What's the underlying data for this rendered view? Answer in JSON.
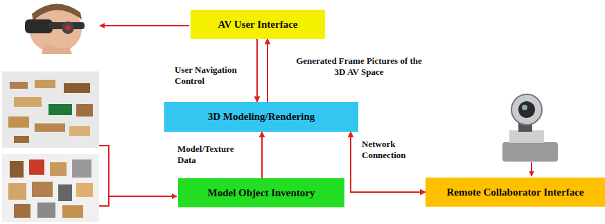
{
  "diagram": {
    "nodes": [
      {
        "text": [
          "AV User Interface"
        ]
      },
      {
        "text": [
          "3D Modeling/Rendering"
        ]
      },
      {
        "text": [
          "Model Object Inventory"
        ]
      },
      {
        "text": [
          "Remote Collaborator Interface"
        ]
      }
    ],
    "edges": [
      {
        "from": 0,
        "to": 1,
        "label": "User Navigation Control",
        "arrow": "to"
      },
      {
        "from": 1,
        "to": 0,
        "label": "Generated Frame Pictures of the 3D AV Space",
        "arrow": "to"
      },
      {
        "from": 2,
        "to": 1,
        "label": "Model/Texture Data",
        "arrow": "to"
      },
      {
        "from": 1,
        "to": 3,
        "label": "Network Connection",
        "arrow": "both"
      }
    ]
  }
}
